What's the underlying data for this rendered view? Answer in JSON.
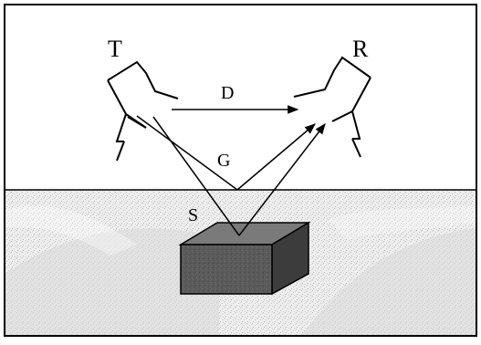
{
  "labels": {
    "transmitter": "T",
    "receiver": "R",
    "direct_path": "D",
    "ground_path": "G",
    "scattered_path": "S"
  },
  "colors": {
    "frame": "#000000",
    "sky": "#ffffff",
    "ground_light": "#f2f2f2",
    "ground_mid": "#d9d9d9",
    "box_front": "#5a5a5a",
    "box_top": "#7a7a7a",
    "box_side": "#3c3c3c",
    "ink": "#000000"
  }
}
